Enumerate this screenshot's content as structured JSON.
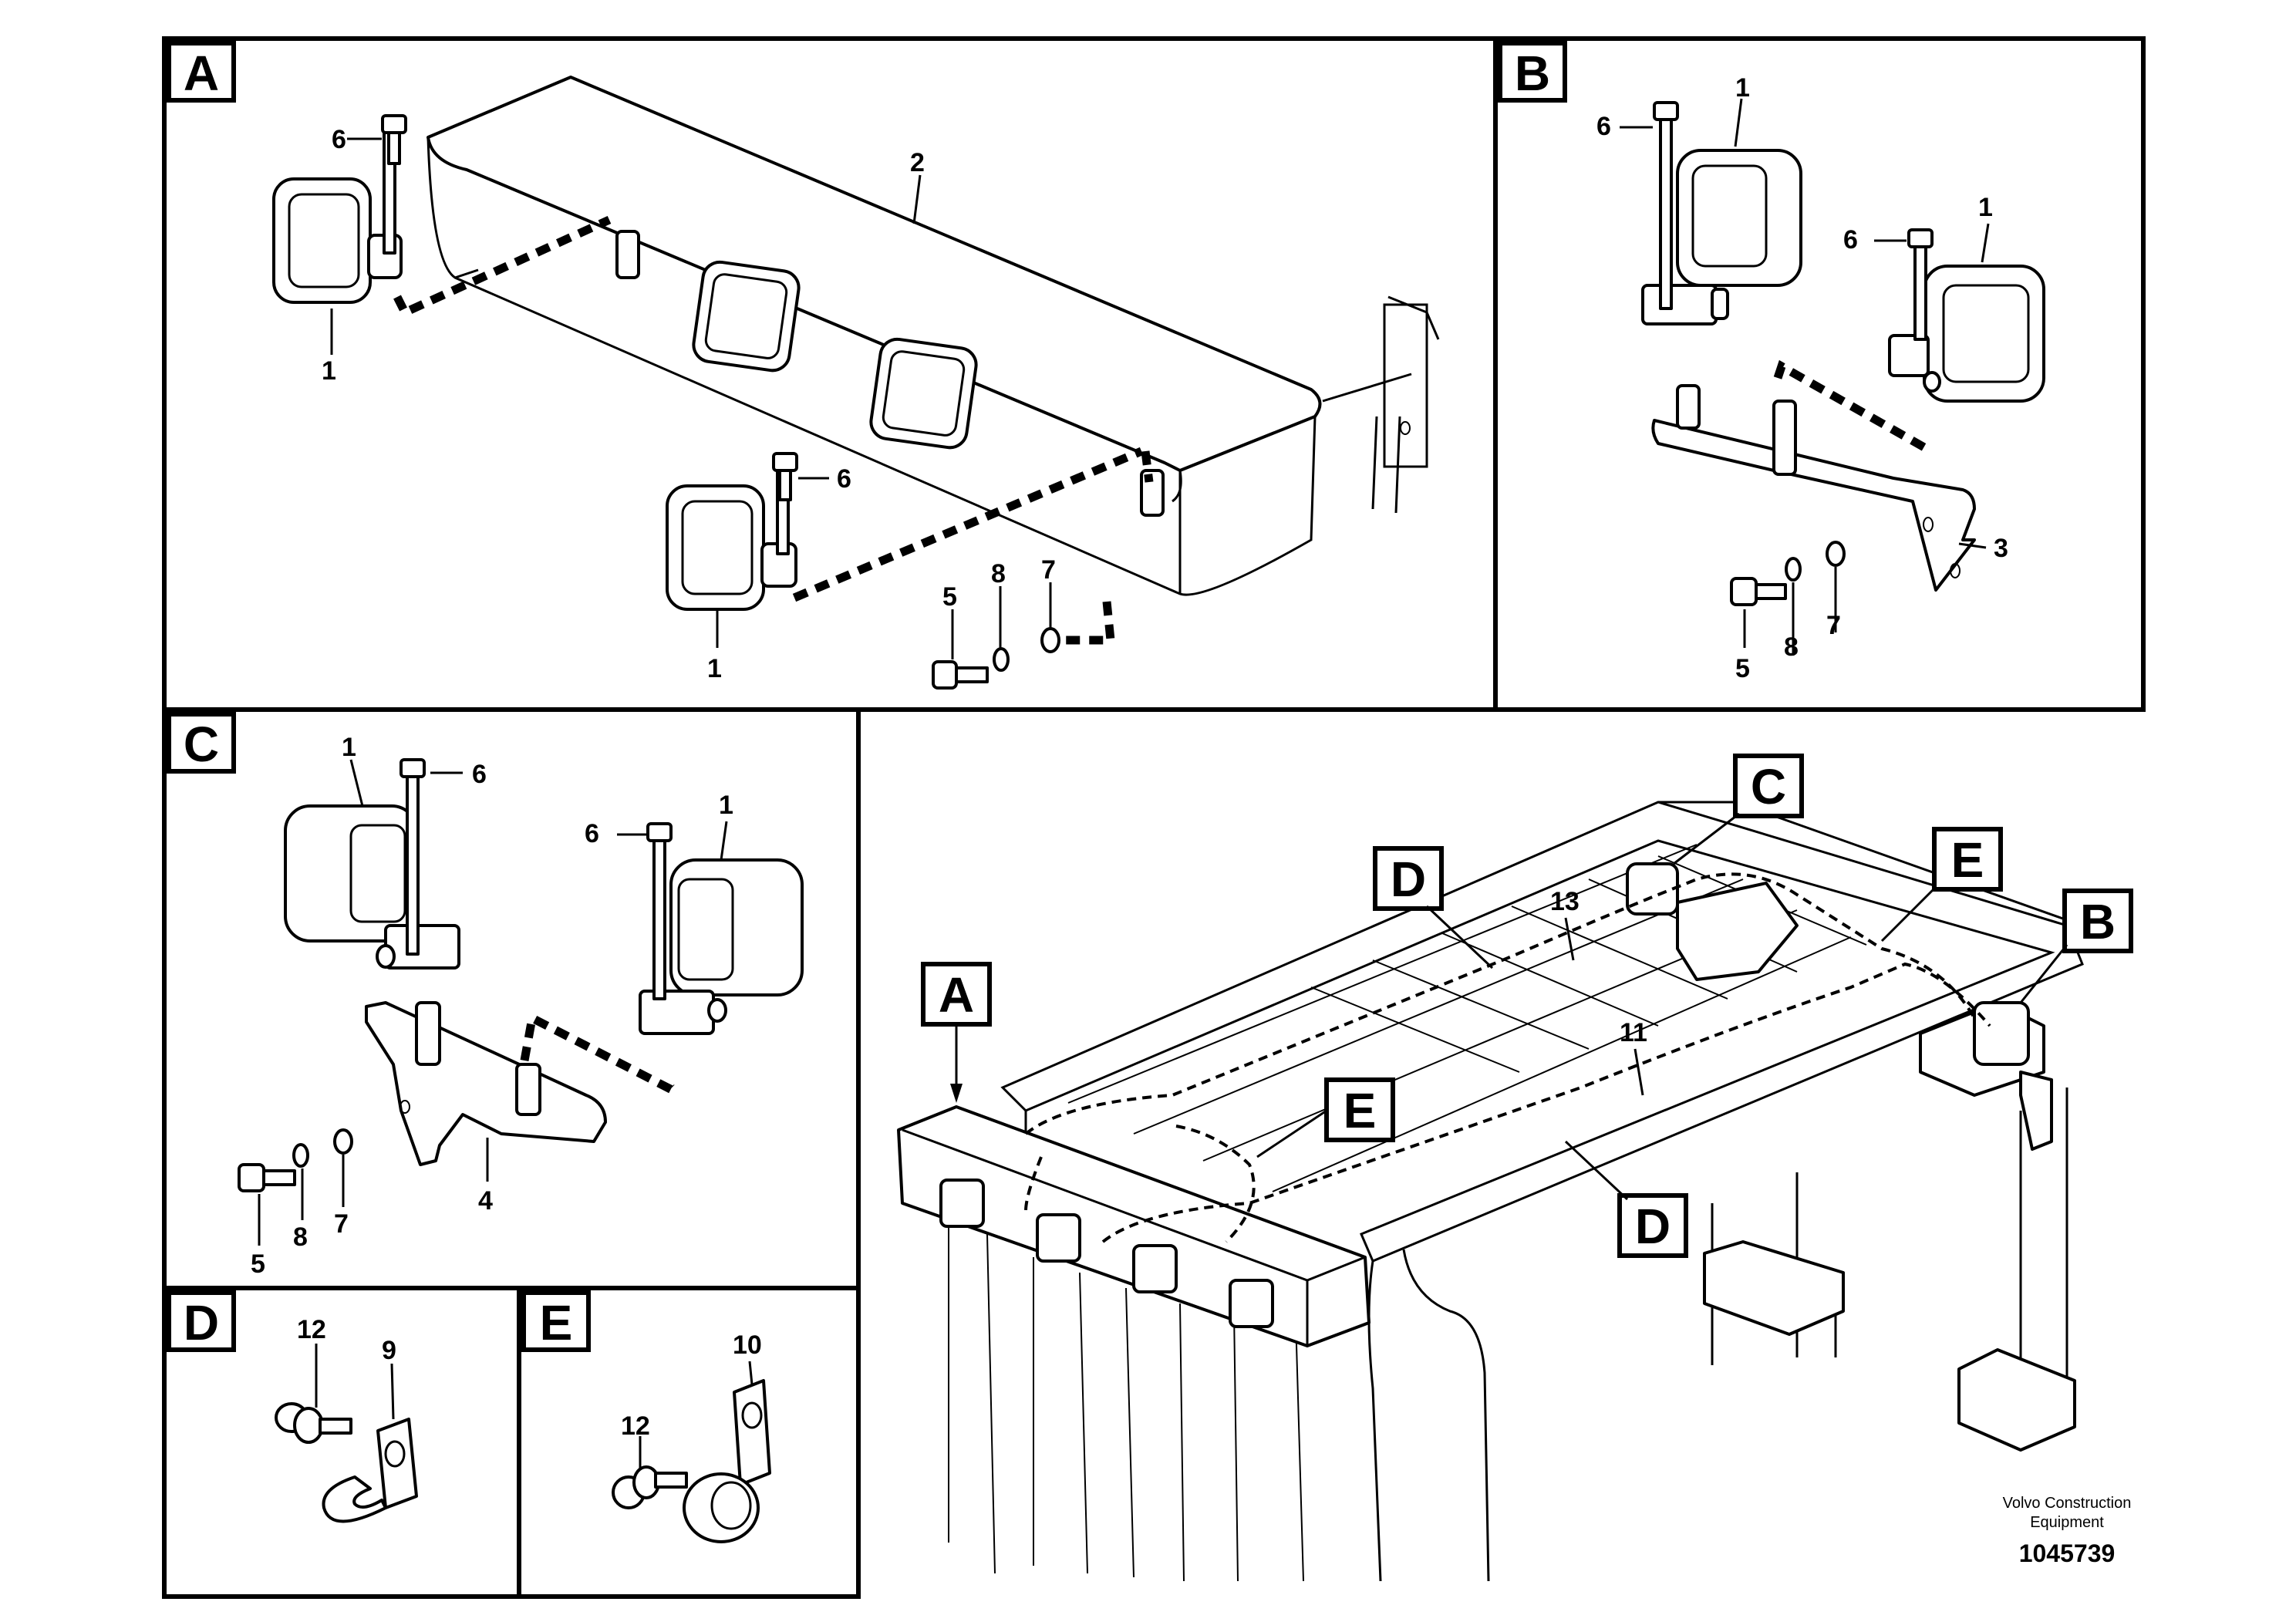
{
  "panels": {
    "a": {
      "tag": "A",
      "numbers": [
        "6",
        "2",
        "1",
        "6",
        "5",
        "8",
        "7",
        "1"
      ]
    },
    "b": {
      "tag": "B",
      "numbers": [
        "6",
        "1",
        "6",
        "1",
        "3",
        "5",
        "8",
        "7"
      ]
    },
    "c": {
      "tag": "C",
      "numbers": [
        "1",
        "6",
        "6",
        "1",
        "5",
        "8",
        "7",
        "4"
      ]
    },
    "d": {
      "tag": "D",
      "numbers": [
        "12",
        "9"
      ]
    },
    "e": {
      "tag": "E",
      "numbers": [
        "12",
        "10"
      ]
    }
  },
  "overview": {
    "callouts": [
      "A",
      "B",
      "C",
      "D",
      "D",
      "E",
      "E"
    ],
    "numbers": [
      "13",
      "11"
    ]
  },
  "footer": {
    "company_line1": "Volvo Construction",
    "company_line2": "Equipment",
    "drawing_number": "1045739"
  }
}
